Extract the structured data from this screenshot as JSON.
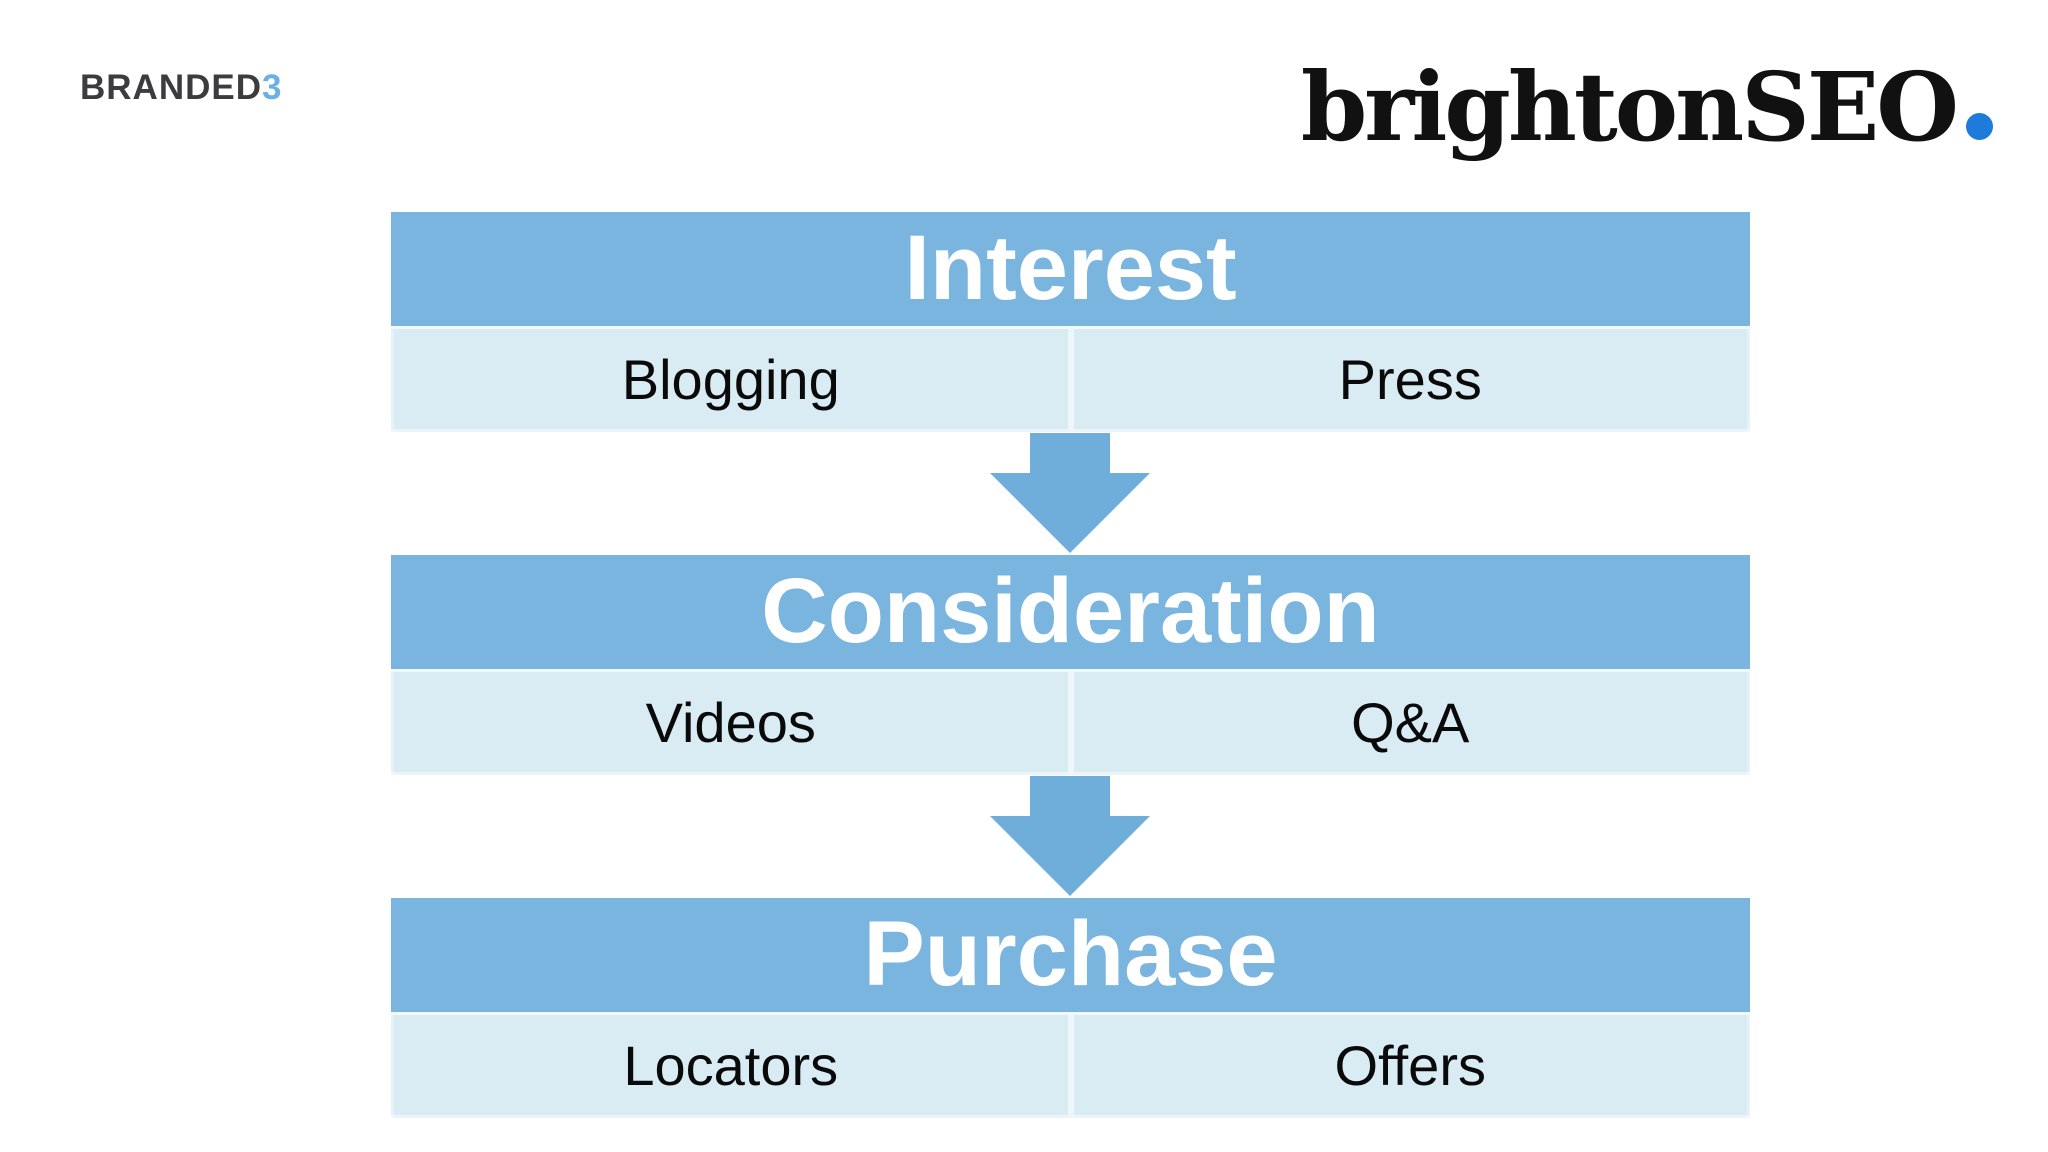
{
  "logos": {
    "branded3": {
      "main": "BRANDED",
      "accent": "3"
    },
    "brightonseo": {
      "text": "brightonSEO",
      "dot_symbol": "."
    }
  },
  "funnel": {
    "stages": [
      {
        "title": "Interest",
        "items": [
          "Blogging",
          "Press"
        ]
      },
      {
        "title": "Consideration",
        "items": [
          "Videos",
          "Q&A"
        ]
      },
      {
        "title": "Purchase",
        "items": [
          "Locators",
          "Offers"
        ]
      }
    ]
  },
  "colors": {
    "header_blue": "#7ab5e0",
    "row_blue": "#d9ecf4",
    "row_seam": "#f2f9fc",
    "cell_divider": "#eef6fa",
    "arrow_blue": "#6fadda",
    "header_text": "#ffffff",
    "cell_text": "#0a0a0a",
    "branded3_text": "#3c3c3f",
    "branded3_accent": "#6bb0e4",
    "brightonseo_text": "#111111",
    "brightonseo_dot": "#1d7cdb"
  }
}
